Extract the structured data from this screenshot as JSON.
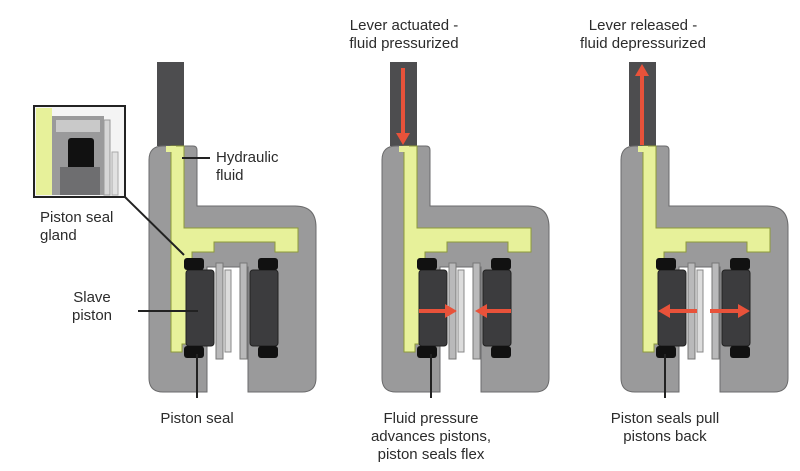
{
  "colors": {
    "housing": "#9a9a9b",
    "housing_edge": "#6b6b6c",
    "fluid": "#e7f19a",
    "fluid_edge": "#8e9a3a",
    "lever": "#4d4d4f",
    "piston": "#3c3c3e",
    "seal": "#111111",
    "pad": "#b9b9ba",
    "rotor": "#dcdcdc",
    "arrow": "#e8523a",
    "text": "#2b2b2b"
  },
  "labels": {
    "hydraulic_fluid": [
      "Hydraulic",
      "fluid"
    ],
    "piston_seal_gland": [
      "Piston seal",
      "gland"
    ],
    "slave_piston": [
      "Slave",
      "piston"
    ],
    "piston_seal": [
      "Piston seal"
    ],
    "lever_actuated": [
      "Lever actuated -",
      "fluid pressurized"
    ],
    "lever_released": [
      "Lever released -",
      "fluid depressurized"
    ],
    "fluid_pressure": [
      "Fluid pressure",
      "advances pistons,",
      "piston seals flex"
    ],
    "seals_pull": [
      "Piston seals pull",
      "pistons back"
    ]
  },
  "panels": [
    {
      "name": "rest"
    },
    {
      "name": "actuated",
      "arrow_direction": "down",
      "piston_arrows": "inward"
    },
    {
      "name": "released",
      "arrow_direction": "up",
      "piston_arrows": "outward"
    }
  ]
}
